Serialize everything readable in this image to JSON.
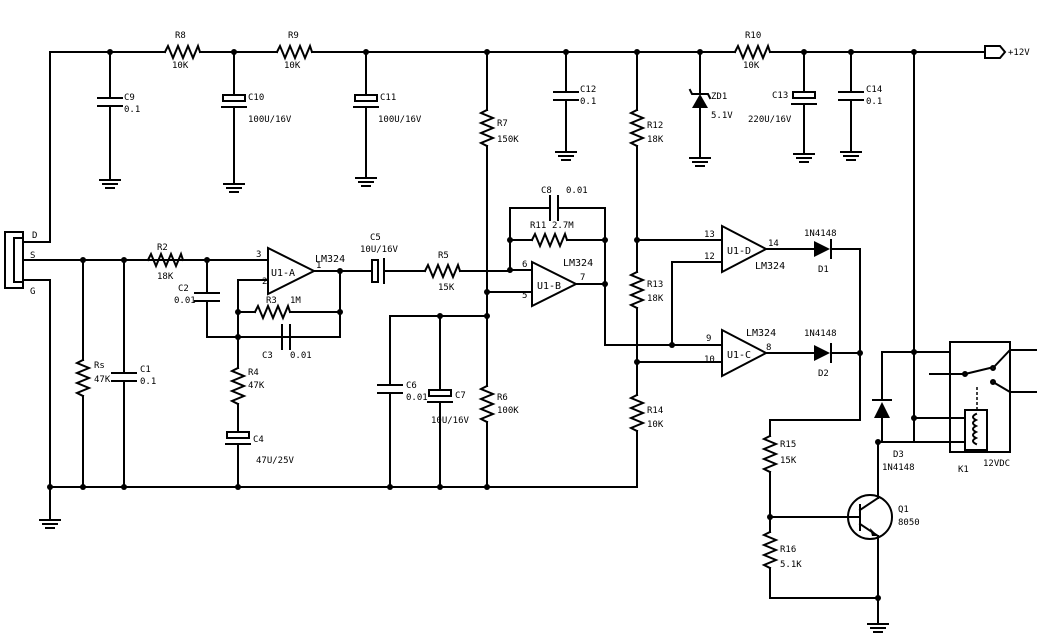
{
  "supply": "+12V",
  "components": {
    "R8": {
      "ref": "R8",
      "value": "10K"
    },
    "R9": {
      "ref": "R9",
      "value": "10K"
    },
    "R10": {
      "ref": "R10",
      "value": "10K"
    },
    "C9": {
      "ref": "C9",
      "value": "0.1"
    },
    "C10": {
      "ref": "C10",
      "value": "100U/16V"
    },
    "C11": {
      "ref": "C11",
      "value": "100U/16V"
    },
    "R7": {
      "ref": "R7",
      "value": "150K"
    },
    "C12": {
      "ref": "C12",
      "value": "0.1"
    },
    "R12": {
      "ref": "R12",
      "value": "18K"
    },
    "ZD1": {
      "ref": "ZD1",
      "value": "5.1V"
    },
    "C13": {
      "ref": "C13",
      "value": "220U/16V"
    },
    "C14": {
      "ref": "C14",
      "value": "0.1"
    },
    "C8": {
      "ref": "C8",
      "value": "0.01"
    },
    "R11": {
      "ref": "R11",
      "value": "2.7M"
    },
    "R2": {
      "ref": "R2",
      "value": "18K"
    },
    "C2": {
      "ref": "C2",
      "value": "0.01"
    },
    "R3": {
      "ref": "R3",
      "value": "1M"
    },
    "C3": {
      "ref": "C3",
      "value": "0.01"
    },
    "C5": {
      "ref": "C5",
      "value": "10U/16V"
    },
    "R5": {
      "ref": "R5",
      "value": "15K"
    },
    "R13": {
      "ref": "R13",
      "value": "18K"
    },
    "Rs": {
      "ref": "Rs",
      "value": "47K"
    },
    "C1": {
      "ref": "C1",
      "value": "0.1"
    },
    "R4": {
      "ref": "R4",
      "value": "47K"
    },
    "C4": {
      "ref": "C4",
      "value": "47U/25V"
    },
    "C6": {
      "ref": "C6",
      "value": "0.01"
    },
    "C7": {
      "ref": "C7",
      "value": "10U/16V"
    },
    "R6": {
      "ref": "R6",
      "value": "100K"
    },
    "R14": {
      "ref": "R14",
      "value": "10K"
    },
    "D1": {
      "ref": "D1",
      "value": "1N4148"
    },
    "D2": {
      "ref": "D2",
      "value": "1N4148"
    },
    "D3": {
      "ref": "D3",
      "value": "1N4148"
    },
    "R15": {
      "ref": "R15",
      "value": "15K"
    },
    "R16": {
      "ref": "R16",
      "value": "5.1K"
    },
    "Q1": {
      "ref": "Q1",
      "value": "8050"
    },
    "K1": {
      "ref": "K1",
      "value": "12VDC"
    }
  },
  "opamps": {
    "A": {
      "name": "U1-A",
      "part": "LM324",
      "pin_in_plus": "3",
      "pin_in_minus": "2",
      "pin_out": "1"
    },
    "B": {
      "name": "U1-B",
      "part": "LM324",
      "pin_in_plus": "5",
      "pin_in_minus": "6",
      "pin_out": "7"
    },
    "D": {
      "name": "U1-D",
      "part": "LM324",
      "pin_in_plus": "13",
      "pin_in_minus": "12",
      "pin_out": "14"
    },
    "C": {
      "name": "U1-C",
      "part": "LM324",
      "pin_in_plus": "9",
      "pin_in_minus": "10",
      "pin_out": "8"
    }
  },
  "sensor_pins": {
    "d": "D",
    "s": "S",
    "g": "G"
  }
}
